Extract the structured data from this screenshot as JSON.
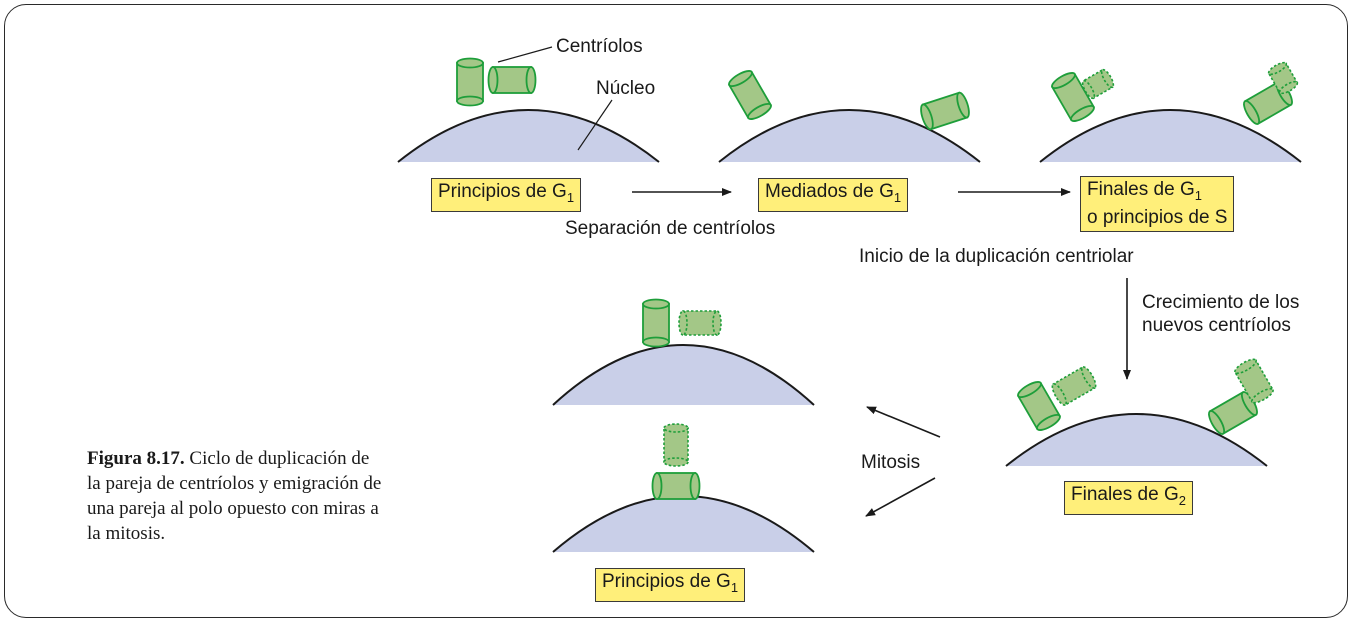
{
  "labels": {
    "centriolos": "Centríolos",
    "nucleo": "Núcleo",
    "separacion": "Separación de centríolos",
    "inicio_duplicacion": "Inicio de la duplicación centriolar",
    "crecimiento_1": "Crecimiento de los",
    "crecimiento_2": "nuevos centríolos",
    "mitosis": "Mitosis"
  },
  "stages": {
    "principios_g1_top": {
      "text": "Principios de G",
      "sub": "1"
    },
    "mediados_g1": {
      "text": "Mediados de G",
      "sub": "1"
    },
    "finales_g1_line1_text": "Finales de G",
    "finales_g1_line1_sub": "1",
    "finales_g1_line2": "o principios de S",
    "finales_g2": {
      "text": "Finales de G",
      "sub": "2"
    },
    "principios_g1_bottom": {
      "text": "Principios de G",
      "sub": "1"
    }
  },
  "caption": {
    "figure_label": "Figura 8.17.",
    "text": "Ciclo de duplicación de la pareja de centríolos y emigración de una pareja al polo opuesto con miras a la mitosis."
  },
  "colors": {
    "nucleus_fill": "#c9cfe8",
    "centriole_fill": "#a3c787",
    "centriole_stroke": "#1e9e3a",
    "label_box": "#ffef7a"
  }
}
